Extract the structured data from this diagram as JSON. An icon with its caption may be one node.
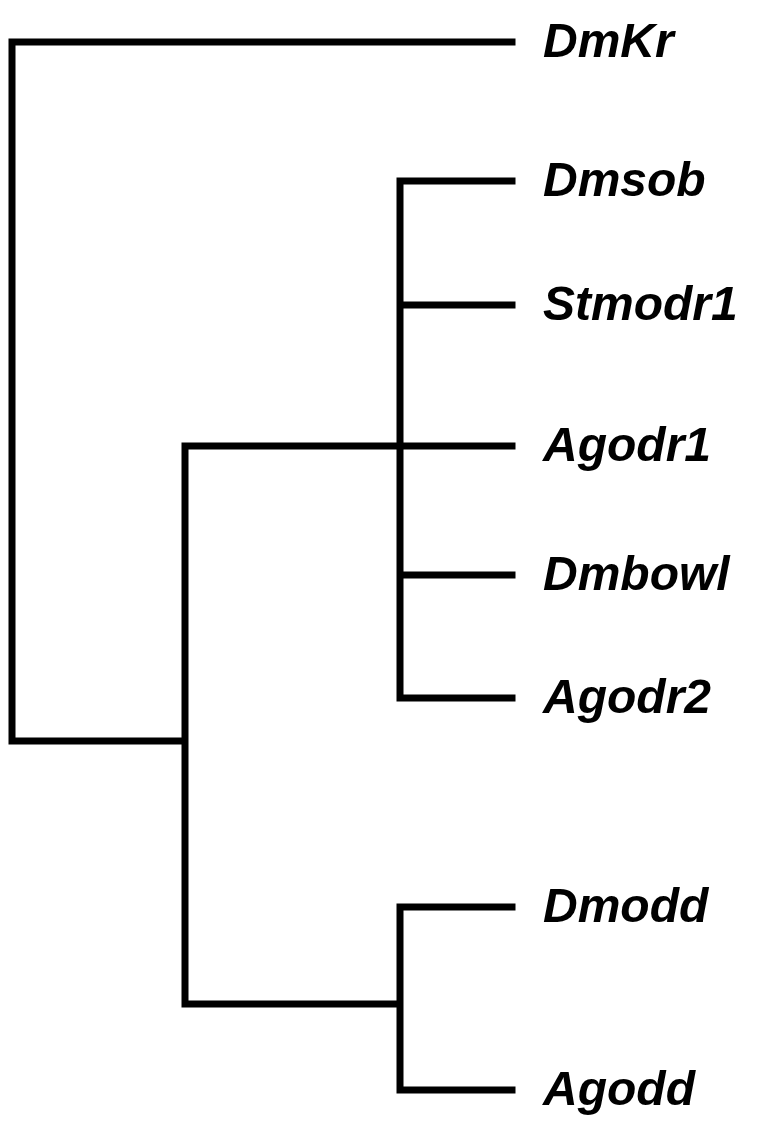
{
  "diagram": {
    "labels": [
      "DmKr",
      "Dmsob",
      "Stmodr1",
      "Agodr1",
      "Dmbowl",
      "Agodr2",
      "Dmodd",
      "Agodd"
    ]
  }
}
